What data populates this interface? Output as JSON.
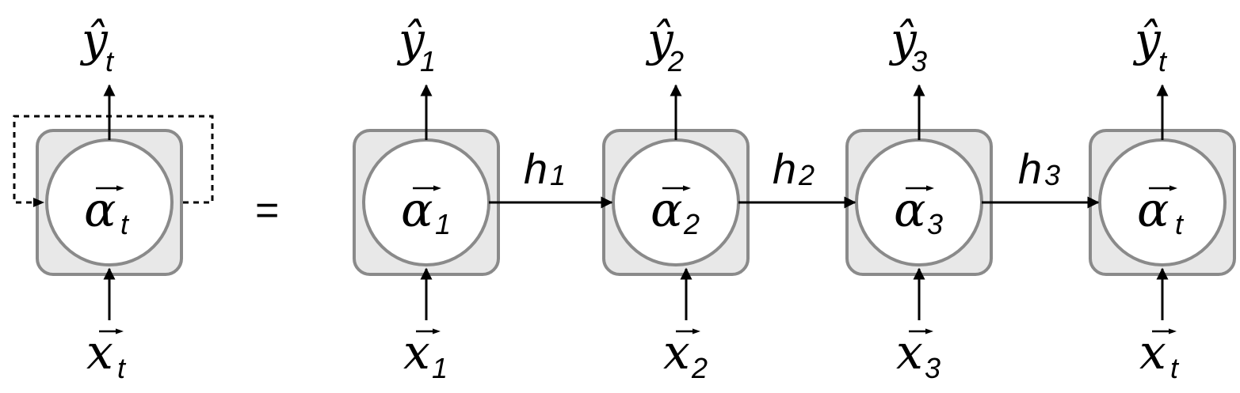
{
  "diagram": {
    "folded": {
      "output": "ŷ",
      "output_sub": "t",
      "state": "α",
      "state_sub": "t",
      "input": "x",
      "input_sub": "t"
    },
    "equals": "=",
    "unrolled": [
      {
        "output": "ŷ",
        "output_sub": "1",
        "state": "α",
        "state_sub": "1",
        "input": "x",
        "input_sub": "1"
      },
      {
        "output": "ŷ",
        "output_sub": "2",
        "state": "α",
        "state_sub": "2",
        "input": "x",
        "input_sub": "2"
      },
      {
        "output": "ŷ",
        "output_sub": "3",
        "state": "α",
        "state_sub": "3",
        "input": "x",
        "input_sub": "3"
      },
      {
        "output": "ŷ",
        "output_sub": "t",
        "state": "α",
        "state_sub": "t",
        "input": "x",
        "input_sub": "t"
      }
    ],
    "hidden": [
      {
        "label": "h",
        "sub": "1"
      },
      {
        "label": "h",
        "sub": "2"
      },
      {
        "label": "h",
        "sub": "3"
      }
    ]
  }
}
